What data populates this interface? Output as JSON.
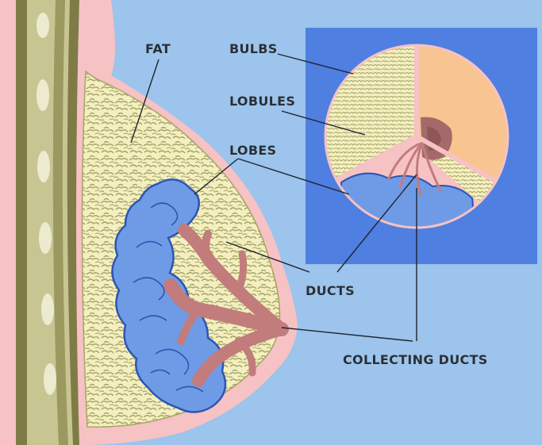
{
  "labels": {
    "fat": "FAT",
    "bulbs": "BULBS",
    "lobules": "LOBULES",
    "lobes": "LOBES",
    "ducts": "DUCTS",
    "collecting_ducts": "COLLECTING DUCTS"
  },
  "colors": {
    "background": "#9cc4ec",
    "inset_panel": "#4f7fe0",
    "skin": "#f6c2c4",
    "fat": "#f3efbf",
    "fat_outline": "#a7a469",
    "lobe": "#6f9be6",
    "lobe_outline": "#2e55b3",
    "duct": "#c27c7c",
    "chest_wall_light": "#c7c693",
    "chest_wall_dark": "#7f7b46",
    "rib": "#ecebd0",
    "areola": "#f8c592",
    "nipple": "#a46a6a",
    "leader_line": "#1f2430"
  }
}
